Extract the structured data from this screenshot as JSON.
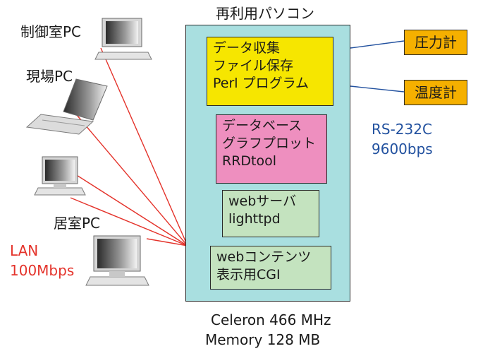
{
  "colors": {
    "server_fill": "#a9dfe0",
    "yellow_box": "#f6e600",
    "pink_box": "#ee8fbf",
    "green_box": "#c4e3bf",
    "sensor_fill": "#f5b000",
    "lan_red": "#e4332b",
    "serial_blue": "#22519f"
  },
  "server": {
    "title": "再利用パソコン",
    "spec_cpu": "Celeron 466 MHz",
    "spec_memory": "Memory 128 MB"
  },
  "boxes": {
    "collect": {
      "line1": "データ収集",
      "line2": "ファイル保存",
      "line3": "Perl プログラム"
    },
    "rrd": {
      "line1": "データベース",
      "line2": "グラフプロット",
      "line3": "RRDtool"
    },
    "web": {
      "line1": "webサーバ",
      "line2": "lighttpd"
    },
    "cgi": {
      "line1": "webコンテンツ",
      "line2": "表示用CGI"
    }
  },
  "sensors": {
    "pressure": "圧力計",
    "temperature": "温度計"
  },
  "serial": {
    "line1": "RS-232C",
    "line2": "9600bps"
  },
  "lan": {
    "line1": "LAN",
    "line2": "100Mbps"
  },
  "clients": {
    "control": "制御室PC",
    "site": "現場PC",
    "room": "居室PC"
  }
}
